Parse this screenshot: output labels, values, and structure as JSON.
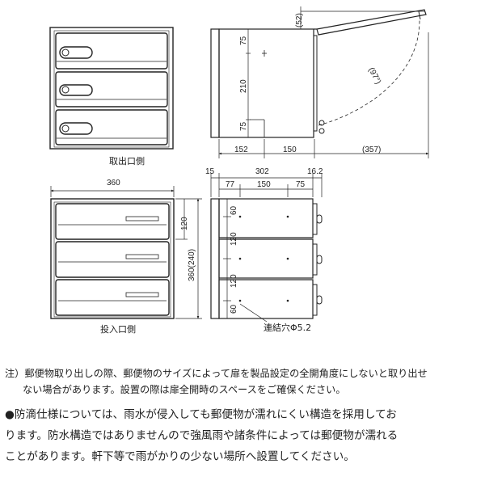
{
  "captions": {
    "front_view": "取出口側",
    "insert_view": "投入口側",
    "hole_label": "連結穴Φ5.2"
  },
  "top_dims": {
    "d52": "(52)",
    "d75a": "75",
    "d210": "210",
    "d75b": "75",
    "d97": "(97°)",
    "d152": "152",
    "d150": "150",
    "d357": "(357)"
  },
  "bottom_dims": {
    "d360w": "360",
    "d120a": "120",
    "d360h": "360(240)",
    "d15": "15",
    "d302": "302",
    "d162": "16.2",
    "d77": "77",
    "d150": "150",
    "d75": "75",
    "d60a": "60",
    "d120b": "120",
    "d120c": "120",
    "d60b": "60"
  },
  "notes": {
    "n1_l1": "注）郵便物取り出しの際、郵便物のサイズによって扉を製品設定の全開角度にしないと取り出せ",
    "n1_l2": "ない場合があります。設置の際は扉全開時のスペースをご確保ください。",
    "n2_l1": "●防滴仕様については、雨水が侵入しても郵便物が濡れにくい構造を採用してお",
    "n2_l2": "ります。防水構造ではありませんので強風雨や諸条件によっては郵便物が濡れる",
    "n2_l3": "ことがあります。軒下等で雨がかりの少ない場所へ設置してください。"
  }
}
